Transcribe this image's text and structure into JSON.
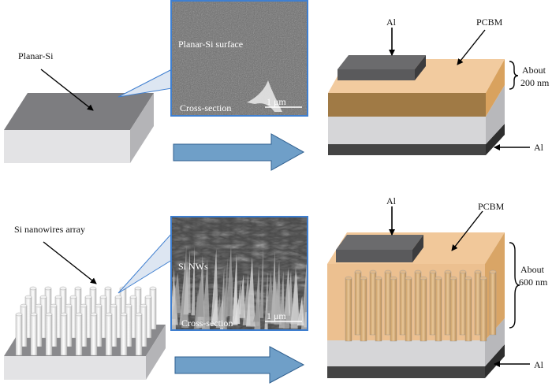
{
  "top": {
    "planar_label": "Planar-Si",
    "sem_surface_label": "Planar-Si surface",
    "sem_cross_label": "Cross-section",
    "sem_scale_label": "1 μm",
    "al_top_label": "Al",
    "pcbm_label": "PCBM",
    "thickness_about": "About",
    "thickness_value": "200 nm",
    "al_bottom_label": "Al"
  },
  "bottom": {
    "nw_label": "Si nanowires array",
    "sem_nw_label": "Si NWs",
    "sem_cross_label": "Cross-section",
    "sem_scale_label": "1 μm",
    "al_top_label": "Al",
    "pcbm_label": "PCBM",
    "thickness_about": "About",
    "thickness_value": "600 nm",
    "al_bottom_label": "Al"
  },
  "colors": {
    "arrow_fill": "#6f9fc8",
    "pcbm": "#e9a860",
    "silicon": "#cfcfcf",
    "al_contact": "#555555",
    "sem_frame": "#3f7fd0"
  }
}
